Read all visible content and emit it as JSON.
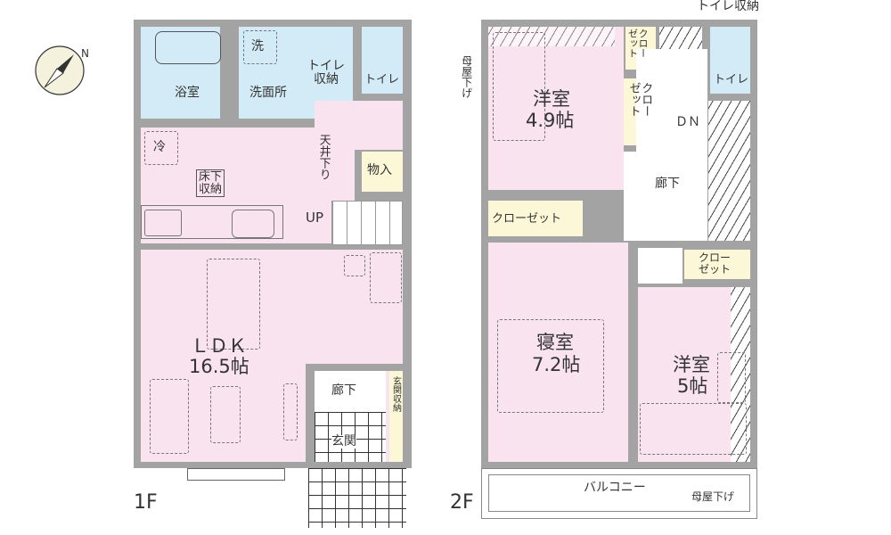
{
  "compass": {
    "label": "N",
    "icon": "north-compass-icon"
  },
  "floor1": {
    "label": "1F",
    "rooms": {
      "bath": "浴室",
      "washroom": "洗面所",
      "washer_mark": "洗",
      "toilet_storage": "トイレ\n収納",
      "toilet": "トイレ",
      "fridge_mark": "冷",
      "underfloor_storage": "床下\n収納",
      "ceiling_drop": "天井下り",
      "storage": "物入",
      "stairs": "UP",
      "ldk": "ＬＤＫ",
      "ldk_size": "16.5帖",
      "hallway": "廊下",
      "entrance": "玄関",
      "entrance_storage": "玄関収納"
    }
  },
  "floor2": {
    "label": "2F",
    "rooms": {
      "toilet_storage": "トイレ収納",
      "eaves_left": "母屋下げ",
      "western1": "洋室",
      "western1_size": "4.9帖",
      "closet_small1": "クロー\nゼット",
      "closet_small2": "クロー\nゼット",
      "toilet": "トイレ",
      "stairs": "ＤＮ",
      "hallway": "廊下",
      "closet": "クローゼット",
      "bedroom": "寝室",
      "bedroom_size": "7.2帖",
      "closet3": "クロー\nゼット",
      "western2": "洋室",
      "western2_size": "5帖",
      "balcony": "バルコニー",
      "eaves_right": "母屋下げ"
    }
  },
  "colors": {
    "wall": "#a3a3a3",
    "living": "#f9e3ee",
    "wet": "#d3ebf6",
    "storage": "#fcf7d6"
  }
}
